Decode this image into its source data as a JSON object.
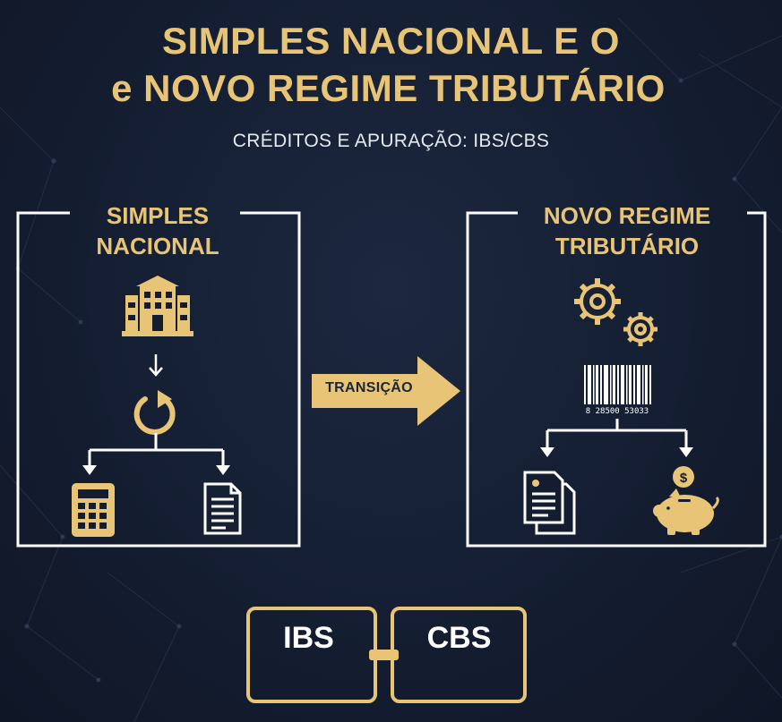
{
  "title": {
    "line1": "SIMPLES NACIONAL E O",
    "line2": "e NOVO REGIME TRIBUTÁRIO",
    "subtitle": "CRÉDITOS E APURAÇÃO: IBS/CBS"
  },
  "left_panel": {
    "title": "SIMPLES NACIONAL",
    "icons": [
      "building-icon",
      "refresh-icon",
      "calculator-icon",
      "document-icon"
    ]
  },
  "transition": {
    "label": "TRANSIÇÃO"
  },
  "right_panel": {
    "title": "NOVO REGIME TRIBUTÁRIO",
    "barcode_digits": "8 28500 53033",
    "icons": [
      "gears-icon",
      "barcode-icon",
      "documents-icon",
      "piggy-bank-icon"
    ]
  },
  "puzzle": {
    "left": "IBS",
    "right": "CBS"
  },
  "colors": {
    "background": "#141d30",
    "gold": "#e8c476",
    "white": "#ffffff"
  }
}
